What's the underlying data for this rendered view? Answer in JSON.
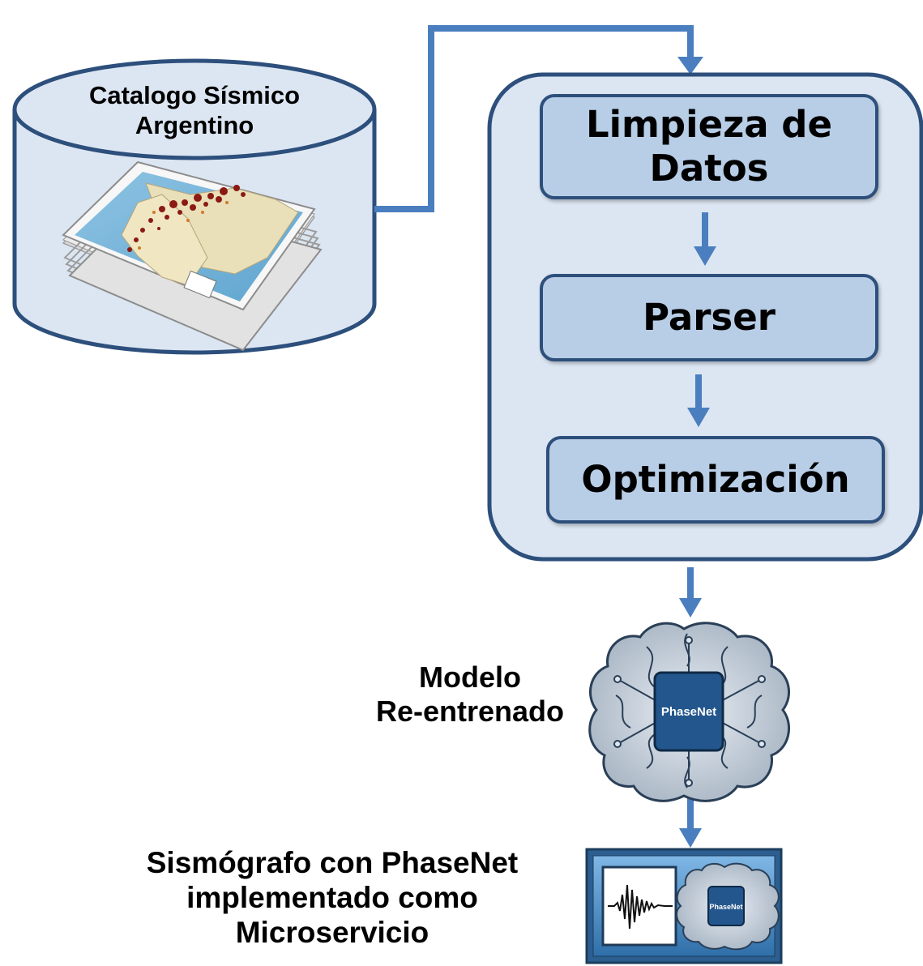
{
  "database": {
    "label_line1": "Catalogo Sísmico",
    "label_line2": "Argentino"
  },
  "pipeline": {
    "steps": [
      {
        "line1": "Limpieza de",
        "line2": "Datos"
      },
      {
        "line1": "Parser",
        "line2": ""
      },
      {
        "line1": "Optimización",
        "line2": ""
      }
    ]
  },
  "model": {
    "label_line1": "Modelo",
    "label_line2": "Re-entrenado",
    "chip_label": "PhaseNet"
  },
  "deployment": {
    "label_line1": "Sismógrafo con PhaseNet",
    "label_line2": "implementado como",
    "label_line3": "Microservicio",
    "chip_label": "PhaseNet"
  },
  "colors": {
    "arrow": "#4a7ebf",
    "box_fill": "#b8cde6",
    "box_border": "#2d4f7c",
    "container_fill": "#dce6f2"
  }
}
